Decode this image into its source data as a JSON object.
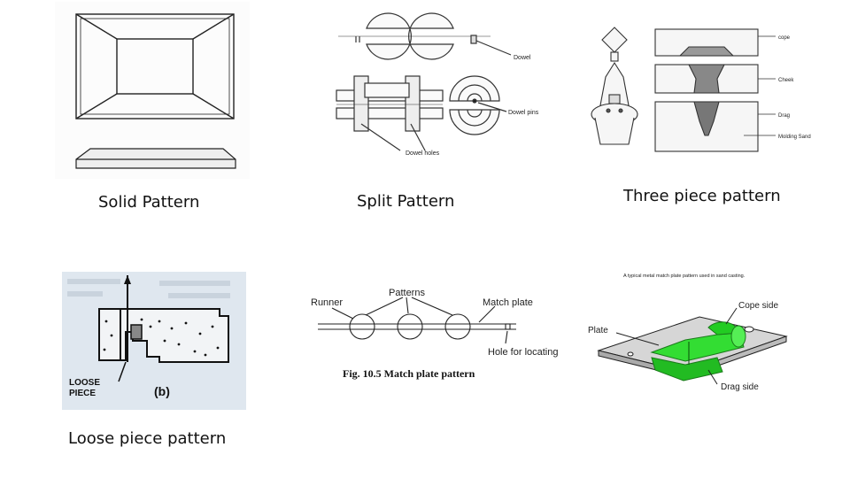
{
  "captions": {
    "solid": "Solid Pattern",
    "split": "Split Pattern",
    "three": "Three piece pattern",
    "loose": "Loose piece pattern"
  },
  "split_labels": {
    "dowel": "Dowel",
    "dowel_pins": "Dowel pins",
    "dowel_holes": "Dowel holes"
  },
  "three_labels": {
    "cope": "cope",
    "cheek": "Cheek",
    "drag": "Drag",
    "molding_sand": "Molding Sand"
  },
  "loose_labels": {
    "loose": "LOOSE",
    "piece": "PIECE",
    "b": "(b)"
  },
  "match_labels": {
    "patterns": "Patterns",
    "runner": "Runner",
    "match_plate": "Match plate",
    "hole": "Hole for locating",
    "fig": "Fig. 10.5   Match plate pattern"
  },
  "metal_labels": {
    "caption": "A typical metal match plate pattern used in sand casting.",
    "cope_side": "Cope side",
    "plate": "Plate",
    "drag_side": "Drag side"
  },
  "colors": {
    "match_green": "#33dd33",
    "loose_bg": "#dfe7ef"
  }
}
